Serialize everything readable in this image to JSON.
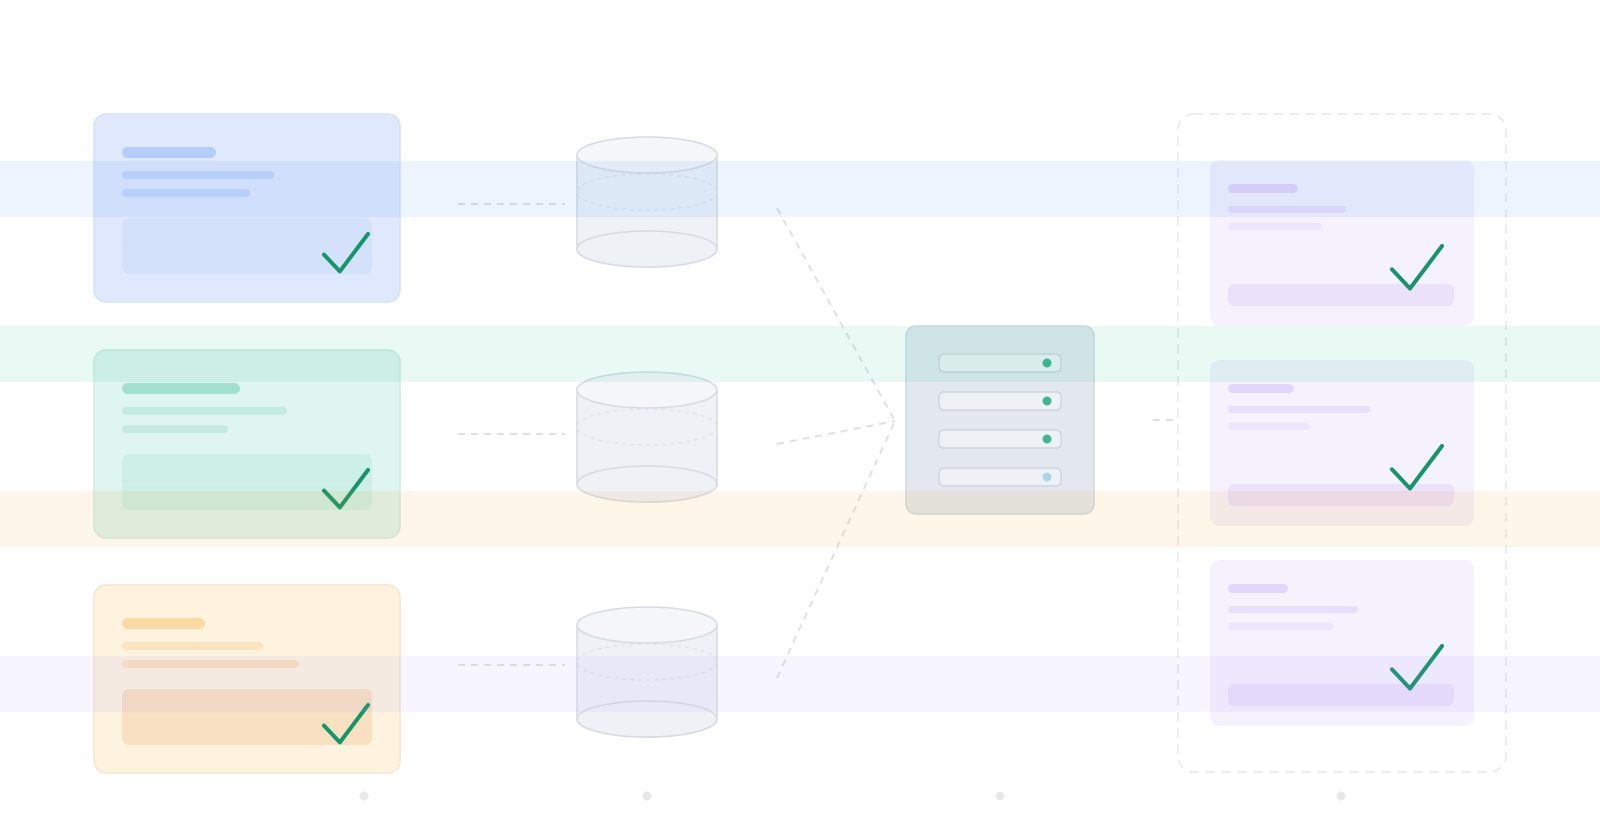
{
  "colors": {
    "blue": "#3b82f6",
    "green": "#10b981",
    "orange": "#f59e0b",
    "purple": "#a78bfa",
    "check": "#16956b",
    "server_dot_active": "#3fb593",
    "server_dot_idle": "#a9d4ec"
  },
  "bands": [
    {
      "name": "band-blue",
      "color": "blue"
    },
    {
      "name": "band-teal",
      "color": "green"
    },
    {
      "name": "band-orange",
      "color": "orange"
    },
    {
      "name": "band-purple",
      "color": "purple"
    }
  ],
  "source_cards": [
    {
      "name": "source-card-blue",
      "color": "blue",
      "checked": true
    },
    {
      "name": "source-card-green",
      "color": "green",
      "checked": true
    },
    {
      "name": "source-card-orange",
      "color": "orange",
      "checked": true
    }
  ],
  "databases": [
    {
      "name": "database-1"
    },
    {
      "name": "database-2"
    },
    {
      "name": "database-3"
    }
  ],
  "server": {
    "name": "server",
    "slots": [
      {
        "status": "active"
      },
      {
        "status": "active"
      },
      {
        "status": "active"
      },
      {
        "status": "idle"
      }
    ]
  },
  "output_cards": [
    {
      "name": "output-card-1",
      "checked": true
    },
    {
      "name": "output-card-2",
      "checked": true
    },
    {
      "name": "output-card-3",
      "checked": true
    }
  ],
  "column_markers": 4
}
